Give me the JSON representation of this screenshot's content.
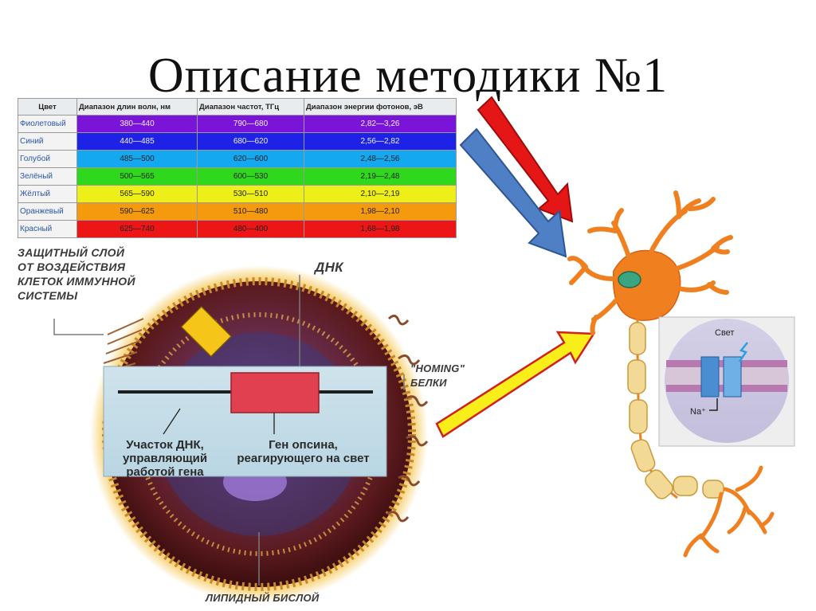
{
  "title": "Описание методики №1",
  "table": {
    "headers": [
      "Цвет",
      "Диапазон длин волн, нм",
      "Диапазон частот, ТГц",
      "Диапазон энергии фотонов, эВ"
    ],
    "rows": [
      {
        "color": "Фиолетовый",
        "wave": "380—440",
        "freq": "790—680",
        "energy": "2,82—3,26",
        "bg": "#7a14d8"
      },
      {
        "color": "Синий",
        "wave": "440—485",
        "freq": "680—620",
        "energy": "2,56—2,82",
        "bg": "#1e22e6"
      },
      {
        "color": "Голубой",
        "wave": "485—500",
        "freq": "620—600",
        "energy": "2,48—2,56",
        "bg": "#13a8f0"
      },
      {
        "color": "Зелёный",
        "wave": "500—565",
        "freq": "600—530",
        "energy": "2,19—2,48",
        "bg": "#2fd81c"
      },
      {
        "color": "Жёлтый",
        "wave": "565—590",
        "freq": "530—510",
        "energy": "2,10—2,19",
        "bg": "#eeee18"
      },
      {
        "color": "Оранжевый",
        "wave": "590—625",
        "freq": "510—480",
        "energy": "1,98—2,10",
        "bg": "#f49a0c"
      },
      {
        "color": "Красный",
        "wave": "625—740",
        "freq": "480—400",
        "energy": "1,68—1,98",
        "bg": "#ec1616"
      }
    ]
  },
  "cell": {
    "protective_layer": [
      "ЗАЩИТНЫЙ СЛОЙ",
      "ОТ ВОЗДЕЙСТВИЯ",
      "КЛЕТОК ИММУННОЙ",
      "СИСТЕМЫ"
    ],
    "dna_label": "ДНК",
    "homing": [
      "\"HOMING\"",
      "БЕЛКИ"
    ],
    "lipid": "ЛИПИДНЫЙ БИСЛОЙ",
    "dna_region": [
      "Участок ДНК,",
      "управляющий",
      "работой гена"
    ],
    "opsin_gene": [
      "Ген опсина,",
      "реагирующего на свет"
    ]
  },
  "inset": {
    "light": "Свет",
    "ion": "Na⁺"
  },
  "colors": {
    "red_arrow": "#e51616",
    "blue_arrow": "#4f7fc4",
    "yellow_arrow": "#f7ee1a",
    "neuron": "#f0801f",
    "axon": "#f3d996"
  }
}
